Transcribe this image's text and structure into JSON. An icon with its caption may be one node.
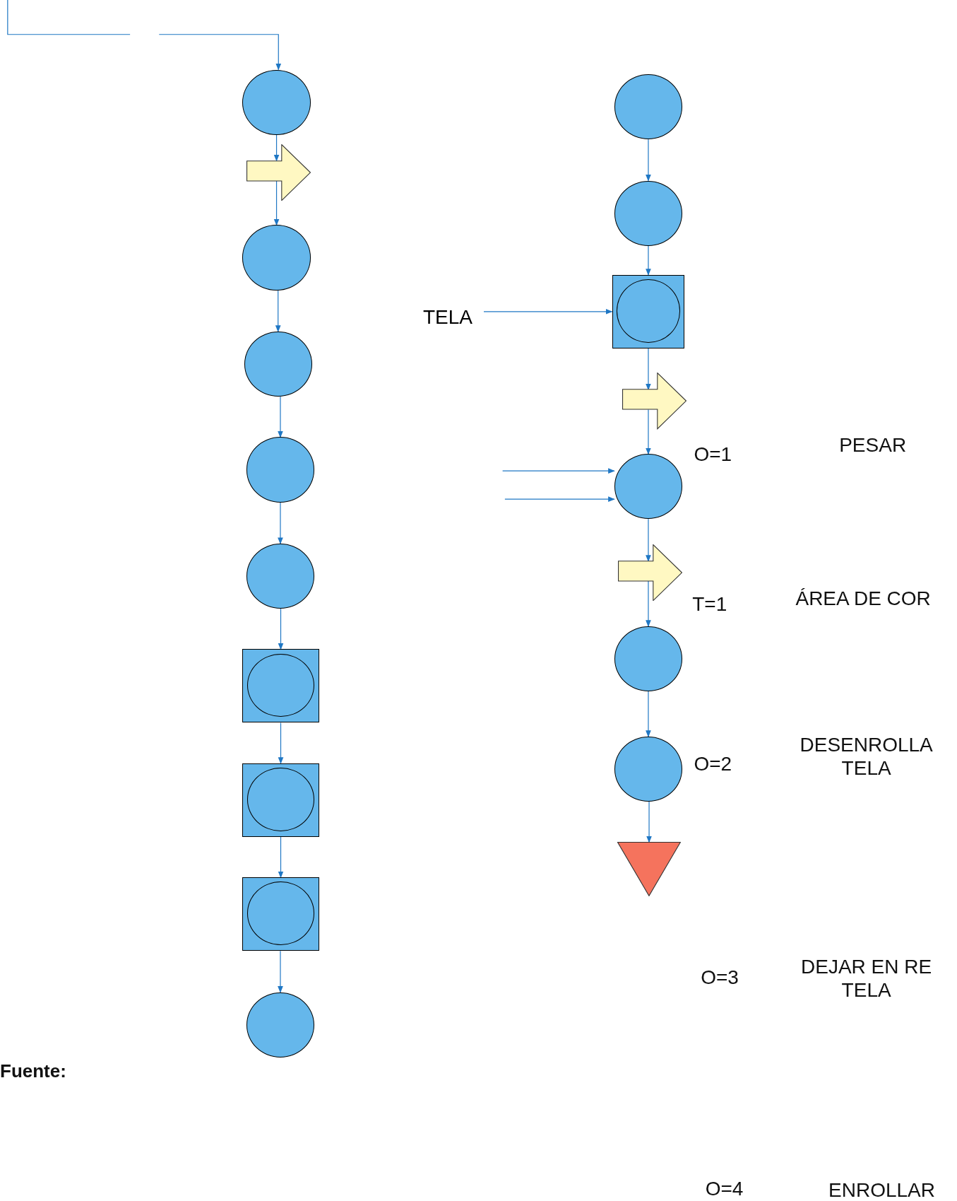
{
  "diagram": {
    "nodes": [
      {
        "text": [],
        "shape": "circle"
      },
      {
        "text": [],
        "shape": "arrow"
      },
      {
        "text": [],
        "shape": "circle"
      },
      {
        "text": [],
        "shape": "circle"
      },
      {
        "text": [],
        "shape": "circle"
      },
      {
        "text": [],
        "shape": "circle"
      },
      {
        "text": [],
        "shape": "box"
      },
      {
        "text": [],
        "shape": "box"
      },
      {
        "text": [],
        "shape": "box"
      },
      {
        "text": [],
        "shape": "circle"
      },
      {
        "text": [],
        "shape": "circle"
      },
      {
        "text": [],
        "shape": "circle"
      },
      {
        "text": [],
        "shape": "box"
      },
      {
        "text": [
          "TELA"
        ]
      },
      {
        "text": [],
        "shape": "arrow"
      },
      {
        "text": [],
        "shape": "circle",
        "beside": [
          "O=1"
        ]
      },
      {
        "text": [],
        "shape": "arrow",
        "beside": [
          "T=1"
        ]
      },
      {
        "text": [],
        "shape": "circle"
      },
      {
        "text": [],
        "shape": "circle",
        "beside": [
          "O=2"
        ]
      },
      {
        "text": [],
        "shape": "triangle"
      }
    ],
    "edges": [
      {
        "from": null,
        "to": 0,
        "arrow": "to"
      },
      {
        "from": 0,
        "to": 1,
        "arrow": "to"
      },
      {
        "from": 1,
        "to": 2,
        "arrow": "to"
      },
      {
        "from": 2,
        "to": 3,
        "arrow": "to"
      },
      {
        "from": 3,
        "to": 4,
        "arrow": "to"
      },
      {
        "from": 4,
        "to": 5,
        "arrow": "to"
      },
      {
        "from": 5,
        "to": 6,
        "arrow": "to"
      },
      {
        "from": 6,
        "to": 7,
        "arrow": "to"
      },
      {
        "from": 7,
        "to": 8,
        "arrow": "to"
      },
      {
        "from": 8,
        "to": 9,
        "arrow": "to"
      },
      {
        "from": 10,
        "to": 11,
        "arrow": "to"
      },
      {
        "from": 11,
        "to": 12,
        "arrow": "to"
      },
      {
        "from": 13,
        "to": 12,
        "arrow": "to"
      },
      {
        "from": 12,
        "to": 14,
        "arrow": "to"
      },
      {
        "from": 14,
        "to": 15,
        "arrow": "to"
      },
      {
        "from": null,
        "to": 15,
        "arrow": "to"
      },
      {
        "from": null,
        "to": 15,
        "arrow": "to"
      },
      {
        "from": 15,
        "to": 16,
        "arrow": "to"
      },
      {
        "from": 16,
        "to": 17,
        "arrow": "to"
      },
      {
        "from": 17,
        "to": 18,
        "arrow": "to"
      },
      {
        "from": 18,
        "to": 19,
        "arrow": "to"
      }
    ],
    "labels": [
      "PESAR",
      "ÁREA DE COR",
      "DESENROLLA TELA",
      "O=3",
      "DEJAR EN RE TELA",
      "O=4",
      "ENROLLAR",
      "Fuente:"
    ]
  }
}
